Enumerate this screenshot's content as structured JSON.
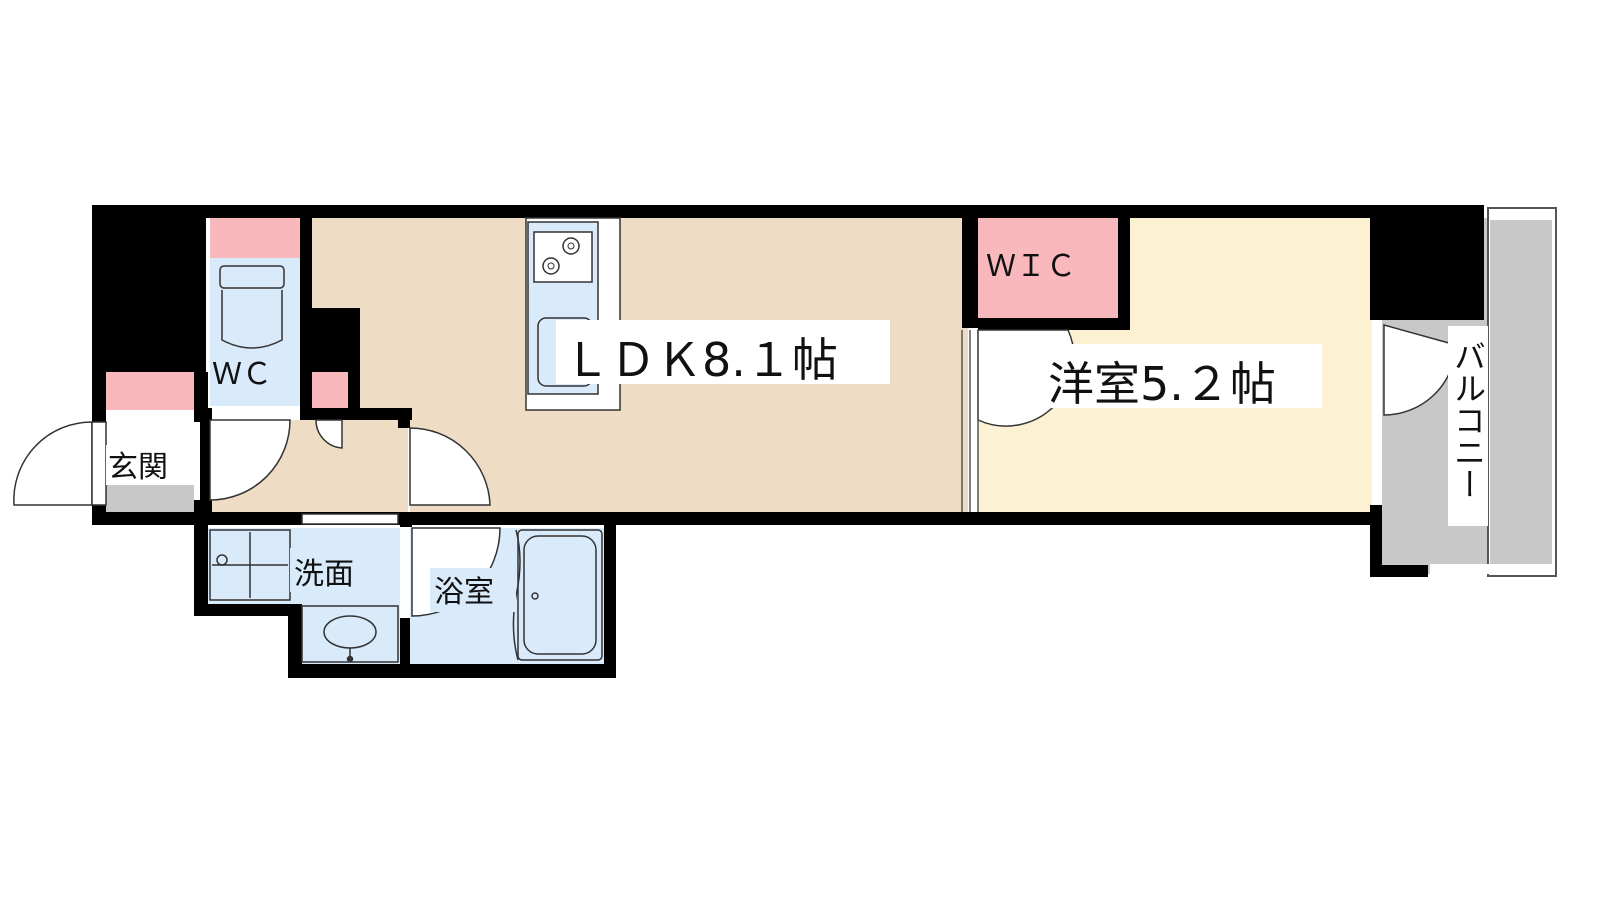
{
  "colors": {
    "wall": "#000000",
    "ldk_floor": "#efdcc4",
    "bedroom_floor": "#fdf1d4",
    "wet_area": "#d9eafb",
    "storage": "#f8b8bc",
    "entrance_floor": "#c8c8c8",
    "corridor_floor": "#efdcc4",
    "balcony_floor": "#c8c8c8"
  },
  "rooms": {
    "ldk": "ＬＤＫ8.１帖",
    "bedroom": "洋室5.２帖",
    "wic": "ＷＩＣ",
    "wc": "ＷＣ",
    "entrance": "玄関",
    "washroom": "洗面",
    "bathroom": "浴室",
    "balcony": "バルコニー"
  },
  "icons": {
    "stove": "stove-icon",
    "toilet": "toilet-icon",
    "washing_machine": "washing-machine-icon",
    "sink": "sink-icon",
    "bathtub": "bathtub-icon",
    "door": "door-icon"
  }
}
